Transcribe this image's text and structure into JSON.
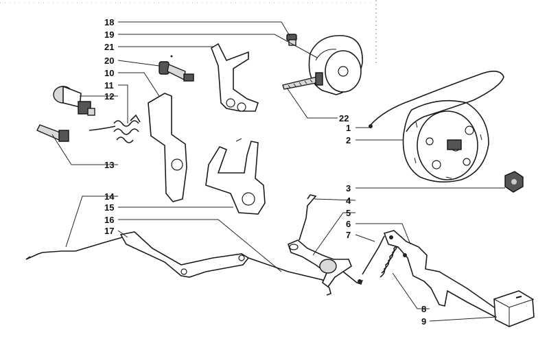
{
  "diagram": {
    "callouts": [
      {
        "id": "18",
        "label": "18"
      },
      {
        "id": "19",
        "label": "19"
      },
      {
        "id": "21",
        "label": "21"
      },
      {
        "id": "20",
        "label": "20"
      },
      {
        "id": "10",
        "label": "10"
      },
      {
        "id": "11",
        "label": "11"
      },
      {
        "id": "12",
        "label": "12"
      },
      {
        "id": "13",
        "label": "13"
      },
      {
        "id": "14",
        "label": "14"
      },
      {
        "id": "15",
        "label": "15"
      },
      {
        "id": "16",
        "label": "16"
      },
      {
        "id": "17",
        "label": "17"
      },
      {
        "id": "22",
        "label": "22"
      },
      {
        "id": "1",
        "label": "1"
      },
      {
        "id": "2",
        "label": "2"
      },
      {
        "id": "3",
        "label": "3"
      },
      {
        "id": "4",
        "label": "4"
      },
      {
        "id": "5",
        "label": "5"
      },
      {
        "id": "6",
        "label": "6"
      },
      {
        "id": "7",
        "label": "7"
      },
      {
        "id": "8",
        "label": "8"
      },
      {
        "id": "9",
        "label": "9"
      }
    ]
  }
}
